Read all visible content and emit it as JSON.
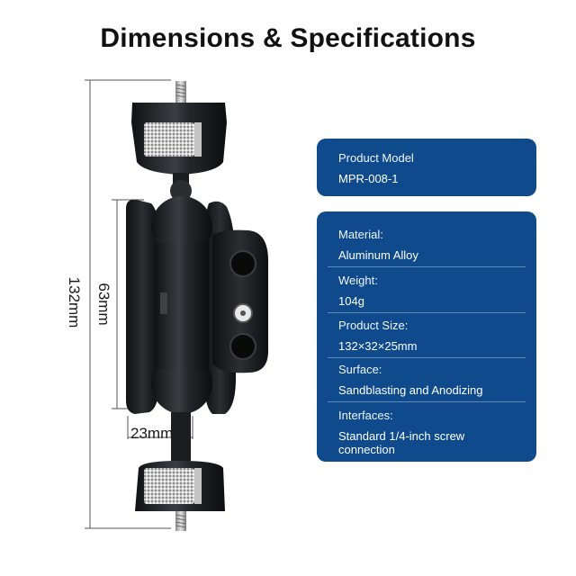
{
  "title": "Dimensions & Specifications",
  "dimensions": {
    "total_height": "132mm",
    "clamp_height": "63mm",
    "rod_diameter": "23mm"
  },
  "product": {
    "model_label": "Product Model",
    "model_value": "MPR-008-1"
  },
  "specs": [
    {
      "label": "Material:",
      "value": "Aluminum Alloy"
    },
    {
      "label": "Weight:",
      "value": "104g"
    },
    {
      "label": "Product Size:",
      "value": "132×32×25mm"
    },
    {
      "label": "Surface:",
      "value": "Sandblasting and Anodizing"
    },
    {
      "label": "Interfaces:",
      "value": "Standard 1/4-inch screw connection"
    }
  ],
  "colors": {
    "card_bg": "#0e4a8c",
    "metal": "#1b1d20",
    "knurl": "#d8d8d8"
  }
}
